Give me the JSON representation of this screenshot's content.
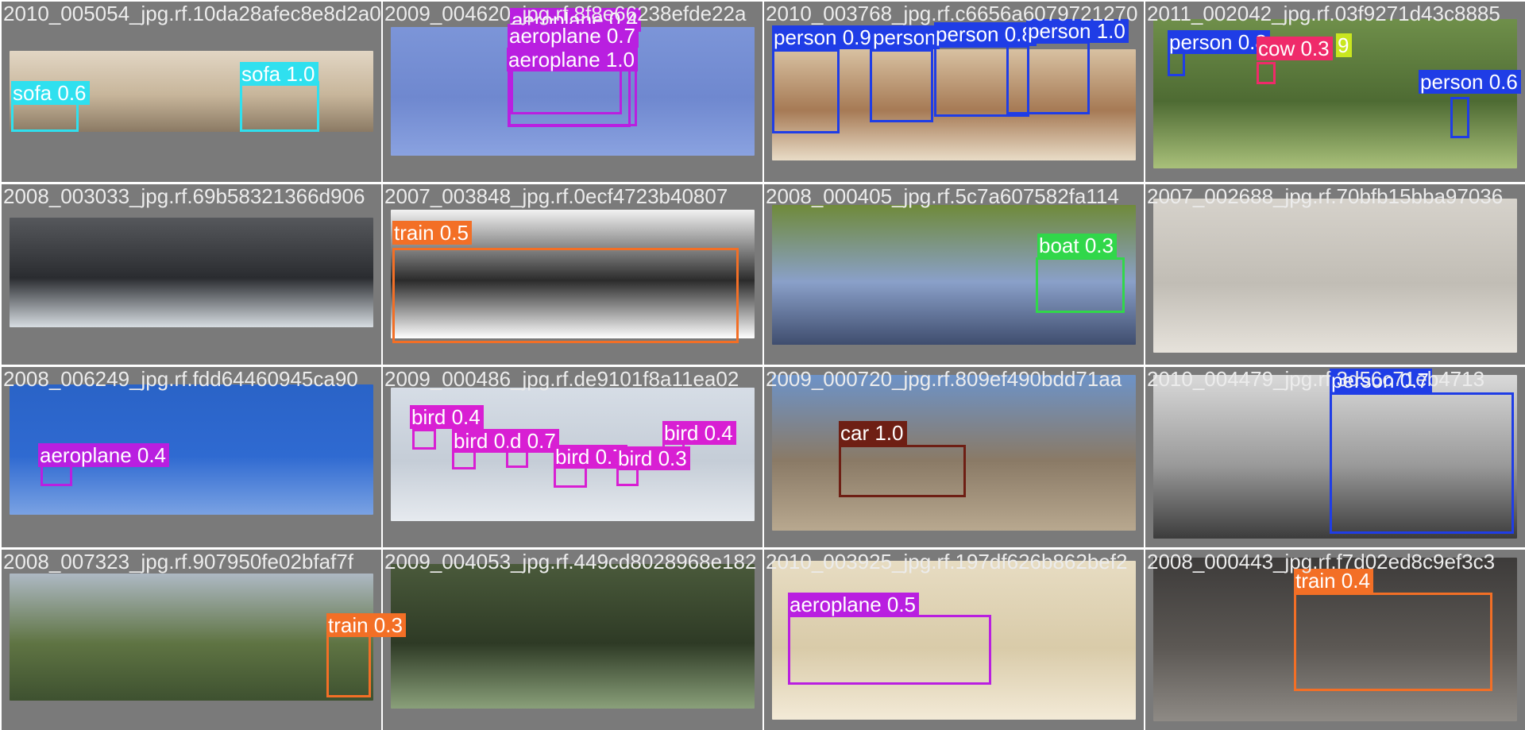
{
  "cells": [
    {
      "filename": "2010_005054_jpg.rf.10da28afec8e8d2a0",
      "photo_colors": [
        "#e2d6c4",
        "#c7b59a",
        "#8b7a64"
      ],
      "detections": [
        {
          "label": "sofa 0.6",
          "class": "sofa",
          "color": "#2fe0ef"
        },
        {
          "label": "sofa 1.0",
          "class": "sofa",
          "color": "#2fe0ef"
        }
      ]
    },
    {
      "filename": "2009_004620_jpg.rf.8f8e66238efde22a",
      "photo_colors": [
        "#7c95d8",
        "#6f88cf",
        "#8aa2e0"
      ],
      "detections": [
        {
          "label": "aeroplane 0.4",
          "class": "aeroplane",
          "color": "#b91fe0"
        },
        {
          "label": "aeroplane 0.7",
          "class": "aeroplane",
          "color": "#b91fe0"
        },
        {
          "label": "aeroplane 1.0",
          "class": "aeroplane",
          "color": "#b91fe0"
        }
      ]
    },
    {
      "filename": "2010_003768_jpg.rf.c6656a6079721270",
      "photo_colors": [
        "#d8c1a2",
        "#a67a55",
        "#e9dcc7"
      ],
      "detections": [
        {
          "label": "person 0.9",
          "class": "person",
          "color": "#1f3de6"
        },
        {
          "label": "person",
          "class": "person",
          "color": "#1f3de6"
        },
        {
          "label": "person 0.8",
          "class": "person",
          "color": "#1f3de6"
        },
        {
          "label": "person 1.0",
          "class": "person",
          "color": "#1f3de6"
        }
      ]
    },
    {
      "filename": "2011_002042_jpg.rf.03f9271d43c8885",
      "photo_colors": [
        "#6f8f4a",
        "#4e6b33",
        "#a9c07a"
      ],
      "detections": [
        {
          "label": "person 0.8",
          "class": "person",
          "color": "#1f3de6"
        },
        {
          "label": "cow 0.3",
          "class": "cow",
          "color": "#ef2a6a"
        },
        {
          "label": "9",
          "class": "other",
          "color": "#c9e61f"
        },
        {
          "label": "person 0.6",
          "class": "person",
          "color": "#1f3de6"
        }
      ]
    },
    {
      "filename": "2008_003033_jpg.rf.69b58321366d906",
      "photo_colors": [
        "#56585c",
        "#2a2c30",
        "#d7dde2"
      ],
      "detections": []
    },
    {
      "filename": "2007_003848_jpg.rf.0ecf4723b40807",
      "photo_colors": [
        "#f2f2f2",
        "#2b2b2b",
        "#ffffff"
      ],
      "detections": [
        {
          "label": "train 0.5",
          "class": "train",
          "color": "#f36f26"
        }
      ]
    },
    {
      "filename": "2008_000405_jpg.rf.5c7a607582fa114",
      "photo_colors": [
        "#6f8a3a",
        "#8aa0c9",
        "#3f4d6e"
      ],
      "detections": [
        {
          "label": "boat 0.3",
          "class": "boat",
          "color": "#31d74a"
        }
      ]
    },
    {
      "filename": "2007_002688_jpg.rf.70bfb15bba97036",
      "photo_colors": [
        "#d6d2cb",
        "#c1bdb5",
        "#e6e2db"
      ],
      "detections": []
    },
    {
      "filename": "2008_006249_jpg.rf.fdd64460945ca90",
      "photo_colors": [
        "#2a63c7",
        "#2f6ad1",
        "#7aa2e3"
      ],
      "detections": [
        {
          "label": "aeroplane 0.4",
          "class": "aeroplane",
          "color": "#b91fe0"
        }
      ]
    },
    {
      "filename": "2009_000486_jpg.rf.de9101f8a11ea02",
      "photo_colors": [
        "#d6dde6",
        "#c5cdd7",
        "#e6eaef"
      ],
      "detections": [
        {
          "label": "bird 0.4",
          "class": "bird",
          "color": "#d81fd3"
        },
        {
          "label": "bird 0.6",
          "class": "bird",
          "color": "#d81fd3"
        },
        {
          "label": "d 0.7",
          "class": "bird",
          "color": "#d81fd3"
        },
        {
          "label": "bird 0.4",
          "class": "bird",
          "color": "#d81fd3"
        },
        {
          "label": "bird 0.7",
          "class": "bird",
          "color": "#d81fd3"
        },
        {
          "label": "bird 0.3",
          "class": "bird",
          "color": "#d81fd3"
        }
      ]
    },
    {
      "filename": "2009_000720_jpg.rf.809ef490bdd71aa",
      "photo_colors": [
        "#6d93c8",
        "#8a7a66",
        "#b8a88f"
      ],
      "detections": [
        {
          "label": "car 1.0",
          "class": "car",
          "color": "#6e1f14"
        }
      ]
    },
    {
      "filename": "2010_004479_jpg.rf.3d56c71eb4713",
      "photo_colors": [
        "#d9d9d9",
        "#9a9a9a",
        "#3c3c3c"
      ],
      "detections": [
        {
          "label": "person 0.7",
          "class": "person",
          "color": "#1f3de6"
        }
      ]
    },
    {
      "filename": "2008_007323_jpg.rf.907950fe02bfaf7f",
      "photo_colors": [
        "#aeb9c4",
        "#5f7443",
        "#3e5130"
      ],
      "detections": [
        {
          "label": "train 0.3",
          "class": "train",
          "color": "#f36f26"
        }
      ]
    },
    {
      "filename": "2009_004053_jpg.rf.449cd8028968e182",
      "photo_colors": [
        "#4a5a3b",
        "#2e3a25",
        "#8aa07a"
      ],
      "detections": []
    },
    {
      "filename": "2010_003925_jpg.rf.197df626b862bef2",
      "photo_colors": [
        "#e7dcc2",
        "#d9cba9",
        "#f3ead7"
      ],
      "detections": [
        {
          "label": "aeroplane 0.5",
          "class": "aeroplane",
          "color": "#b91fe0"
        }
      ]
    },
    {
      "filename": "2008_000443_jpg.rf.f7d02ed8c9ef3c3",
      "photo_colors": [
        "#3d3b3a",
        "#5c5854",
        "#8e8a85"
      ],
      "detections": [
        {
          "label": "train 0.4",
          "class": "train",
          "color": "#f36f26"
        }
      ]
    }
  ]
}
